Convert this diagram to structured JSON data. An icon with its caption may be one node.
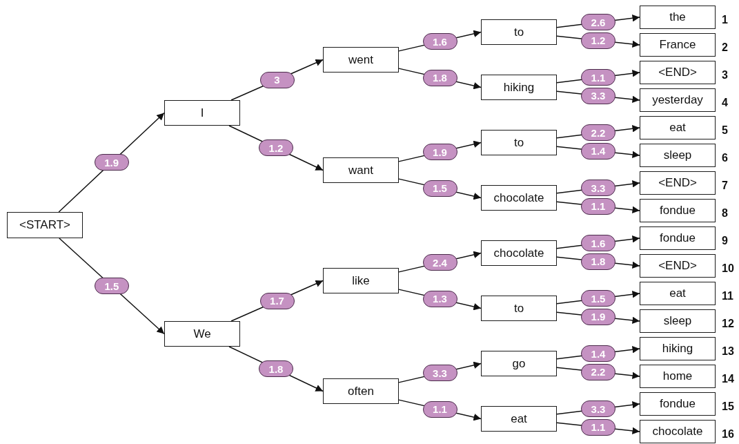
{
  "diagram": {
    "nodes": [
      {
        "text": [
          "<START>"
        ]
      },
      {
        "text": [
          "I"
        ]
      },
      {
        "text": [
          "We"
        ]
      },
      {
        "text": [
          "went"
        ]
      },
      {
        "text": [
          "want"
        ]
      },
      {
        "text": [
          "like"
        ]
      },
      {
        "text": [
          "often"
        ]
      },
      {
        "text": [
          "to"
        ]
      },
      {
        "text": [
          "hiking"
        ]
      },
      {
        "text": [
          "to"
        ]
      },
      {
        "text": [
          "chocolate"
        ]
      },
      {
        "text": [
          "chocolate"
        ]
      },
      {
        "text": [
          "to"
        ]
      },
      {
        "text": [
          "go"
        ]
      },
      {
        "text": [
          "eat"
        ]
      },
      {
        "text": [
          "the"
        ]
      },
      {
        "text": [
          "France"
        ]
      },
      {
        "text": [
          "<END>"
        ]
      },
      {
        "text": [
          "yesterday"
        ]
      },
      {
        "text": [
          "eat"
        ]
      },
      {
        "text": [
          "sleep"
        ]
      },
      {
        "text": [
          "<END>"
        ]
      },
      {
        "text": [
          "fondue"
        ]
      },
      {
        "text": [
          "fondue"
        ]
      },
      {
        "text": [
          "<END>"
        ]
      },
      {
        "text": [
          "eat"
        ]
      },
      {
        "text": [
          "sleep"
        ]
      },
      {
        "text": [
          "hiking"
        ]
      },
      {
        "text": [
          "home"
        ]
      },
      {
        "text": [
          "fondue"
        ]
      },
      {
        "text": [
          "chocolate"
        ]
      }
    ],
    "edges": [
      {
        "from": 0,
        "to": 1,
        "arrow": "to",
        "label": "1.9"
      },
      {
        "from": 0,
        "to": 2,
        "arrow": "to",
        "label": "1.5"
      },
      {
        "from": 1,
        "to": 3,
        "arrow": "to",
        "label": "3"
      },
      {
        "from": 1,
        "to": 4,
        "arrow": "to",
        "label": "1.2"
      },
      {
        "from": 2,
        "to": 5,
        "arrow": "to",
        "label": "1.7"
      },
      {
        "from": 2,
        "to": 6,
        "arrow": "to",
        "label": "1.8"
      },
      {
        "from": 3,
        "to": 7,
        "arrow": "to",
        "label": "1.6"
      },
      {
        "from": 3,
        "to": 8,
        "arrow": "to",
        "label": "1.8"
      },
      {
        "from": 4,
        "to": 9,
        "arrow": "to",
        "label": "1.9"
      },
      {
        "from": 4,
        "to": 10,
        "arrow": "to",
        "label": "1.5"
      },
      {
        "from": 5,
        "to": 11,
        "arrow": "to",
        "label": "2.4"
      },
      {
        "from": 5,
        "to": 12,
        "arrow": "to",
        "label": "1.3"
      },
      {
        "from": 6,
        "to": 13,
        "arrow": "to",
        "label": "3.3"
      },
      {
        "from": 6,
        "to": 14,
        "arrow": "to",
        "label": "1.1"
      },
      {
        "from": 7,
        "to": 15,
        "arrow": "to",
        "label": "2.6"
      },
      {
        "from": 7,
        "to": 16,
        "arrow": "to",
        "label": "1.2"
      },
      {
        "from": 8,
        "to": 17,
        "arrow": "to",
        "label": "1.1"
      },
      {
        "from": 8,
        "to": 18,
        "arrow": "to",
        "label": "3.3"
      },
      {
        "from": 9,
        "to": 19,
        "arrow": "to",
        "label": "2.2"
      },
      {
        "from": 9,
        "to": 20,
        "arrow": "to",
        "label": "1.4"
      },
      {
        "from": 10,
        "to": 21,
        "arrow": "to",
        "label": "3.3"
      },
      {
        "from": 10,
        "to": 22,
        "arrow": "to",
        "label": "1.1"
      },
      {
        "from": 11,
        "to": 23,
        "arrow": "to",
        "label": "1.6"
      },
      {
        "from": 11,
        "to": 24,
        "arrow": "to",
        "label": "1.8"
      },
      {
        "from": 12,
        "to": 25,
        "arrow": "to",
        "label": "1.5"
      },
      {
        "from": 12,
        "to": 26,
        "arrow": "to",
        "label": "1.9"
      },
      {
        "from": 13,
        "to": 27,
        "arrow": "to",
        "label": "1.4"
      },
      {
        "from": 13,
        "to": 28,
        "arrow": "to",
        "label": "2.2"
      },
      {
        "from": 14,
        "to": 29,
        "arrow": "to",
        "label": "3.3"
      },
      {
        "from": 14,
        "to": 30,
        "arrow": "to",
        "label": "1.1"
      }
    ],
    "labels": [
      "1",
      "2",
      "3",
      "4",
      "5",
      "6",
      "7",
      "8",
      "9",
      "10",
      "11",
      "12",
      "13",
      "14",
      "15",
      "16"
    ]
  }
}
